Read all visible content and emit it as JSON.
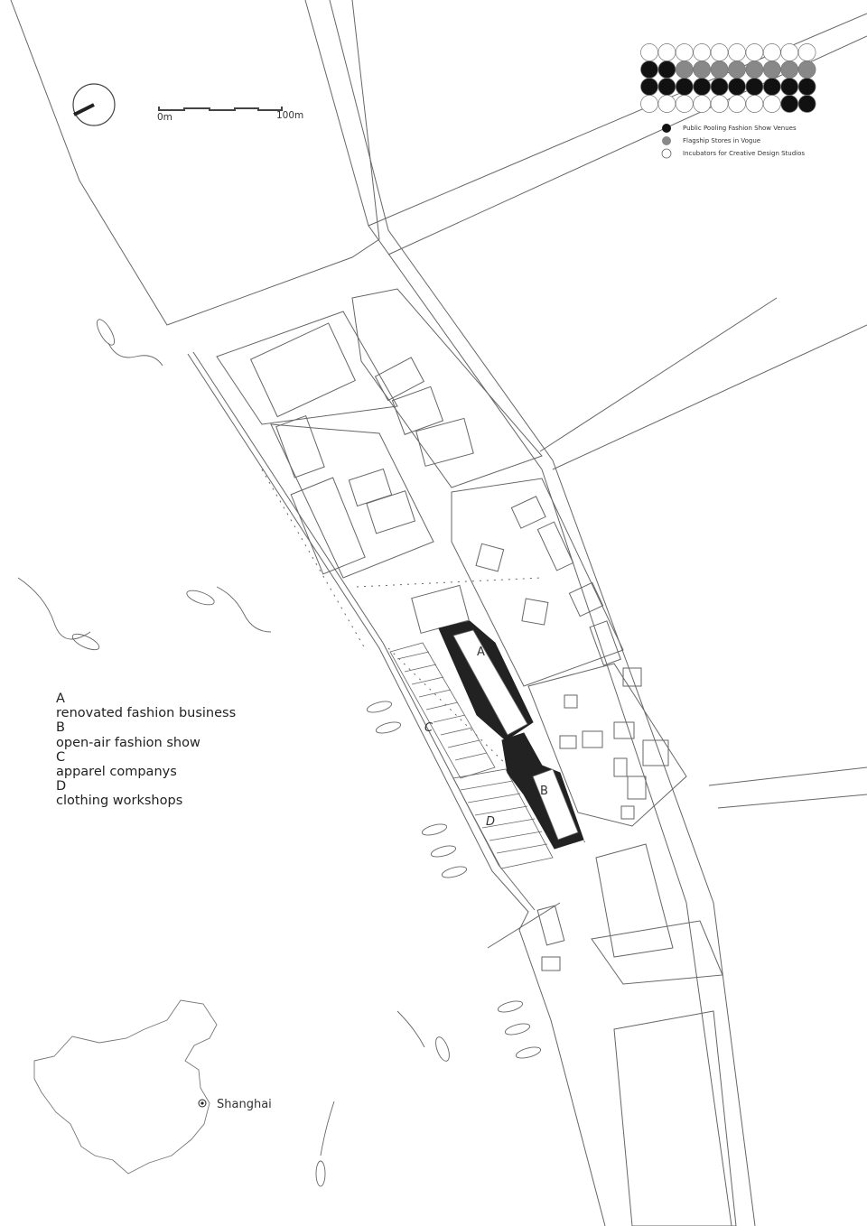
{
  "scale_bar": {
    "start_label": "0m",
    "end_label": "100m"
  },
  "legend": {
    "items": [
      {
        "label": "Public Pooling Fashion Show Venues",
        "color": "#111111"
      },
      {
        "label": "Flagship Stores in Vogue",
        "color": "#888888"
      },
      {
        "label": "Incubators for Creative Design Studios",
        "color": "#ffffff"
      }
    ]
  },
  "building_labels": {
    "a": "A",
    "b": "B",
    "c": "C",
    "d": "D"
  },
  "key": [
    {
      "letter": "A",
      "text": "renovated fashion business"
    },
    {
      "letter": "B",
      "text": "open-air fashion show"
    },
    {
      "letter": "C",
      "text": "apparel companys"
    },
    {
      "letter": "D",
      "text": "clothing workshops"
    }
  ],
  "location": {
    "city": "Shanghai"
  },
  "colors": {
    "line": "#555555",
    "dark": "#222222",
    "gray": "#888888"
  }
}
